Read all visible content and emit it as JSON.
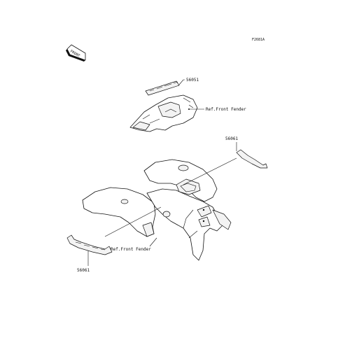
{
  "figure_code": "F2681A",
  "front_marker_text": "FRONT",
  "callouts": {
    "upper_decal_part": "56051",
    "upper_ref": "Ref.Front Fender",
    "right_decal_part": "56061",
    "lower_ref": "Ref.Front Fender",
    "lower_decal_part": "56061"
  }
}
